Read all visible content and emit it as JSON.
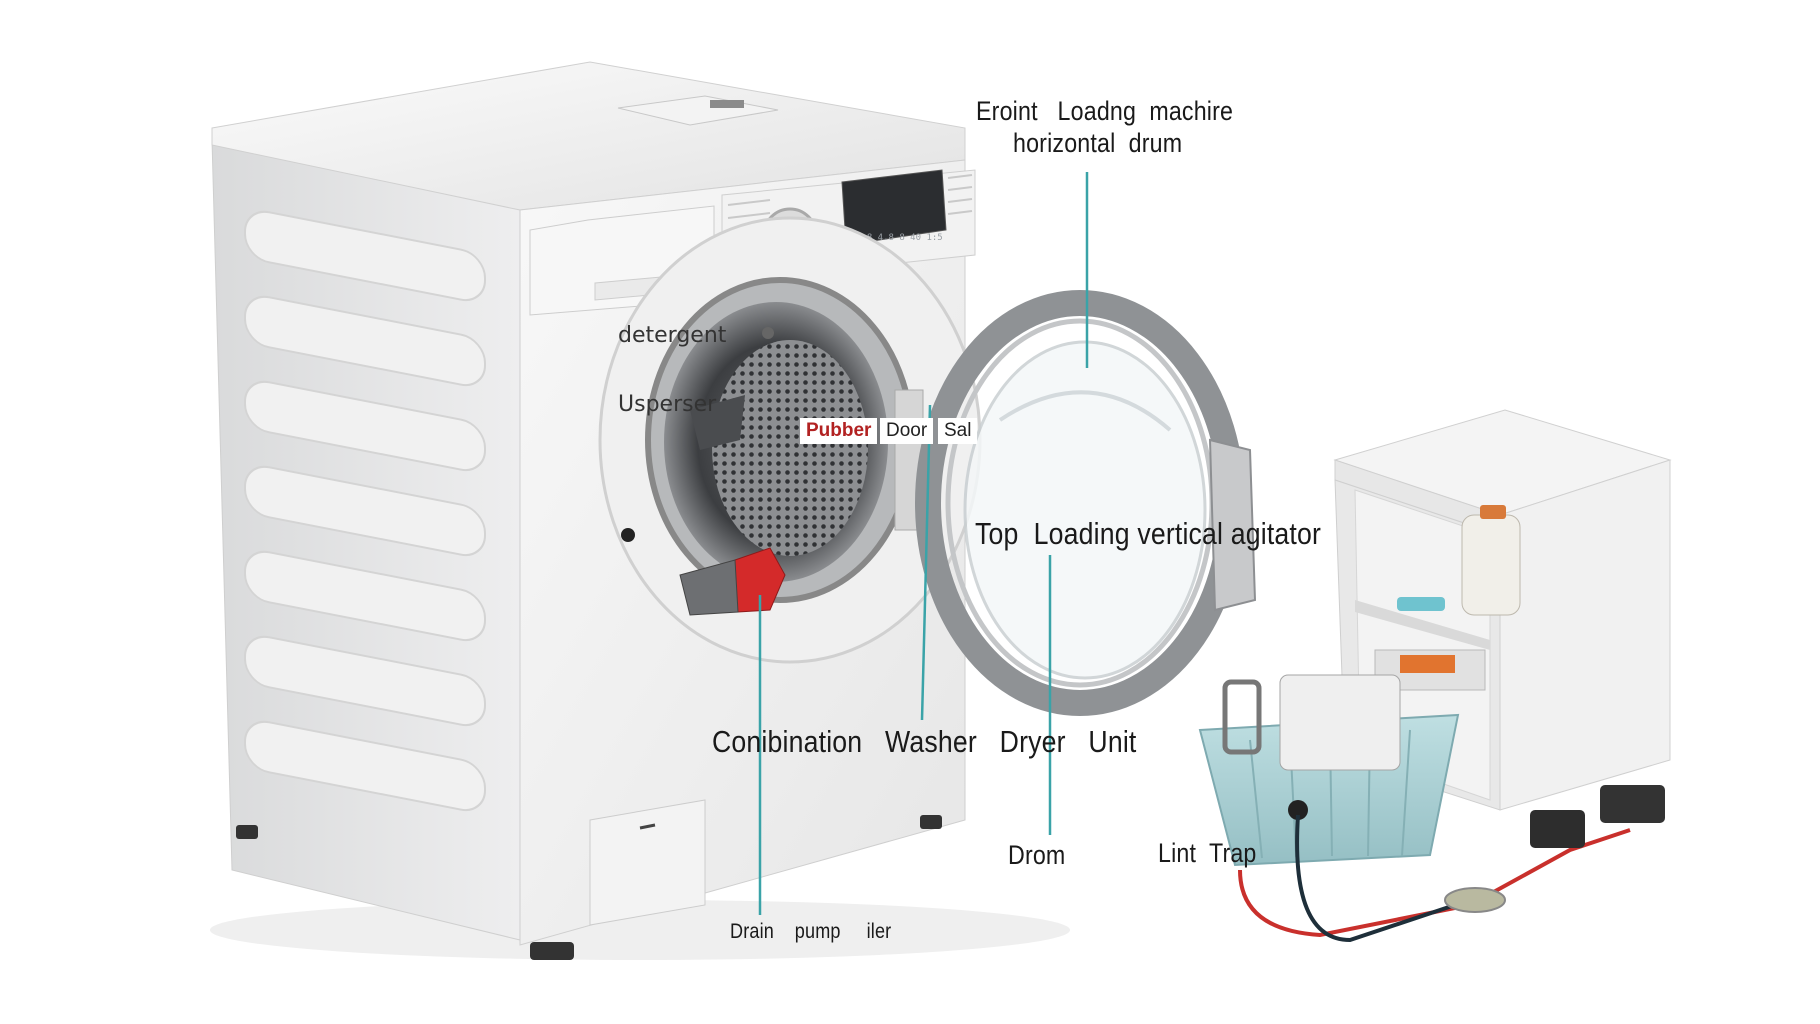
{
  "labels": {
    "front_loading_line1": "Eroint   Loadng  machire",
    "front_loading_line2": "horizontal  drum",
    "detergent_line1": "detergent",
    "detergent_line2": "Usperser",
    "seal_word1": "Pubber",
    "seal_word2": "Door",
    "seal_word3": "Sal",
    "top_loading": "Top  Loading vertical agitator",
    "combination": "Conibination   Washer   Dryer   Unit",
    "drum": "Drom",
    "lint_trap": "Lint  Trap",
    "drain_pump": "Drain    pump     iler"
  },
  "colors": {
    "leader_line": "#3aa3a8",
    "machine_body": "#eeeeee",
    "door_ring": "#8f9295",
    "basket": "#a9cdd1",
    "rubber_red": "#d42a2a"
  },
  "icons": {
    "washing_machine": "front-loading-washer",
    "door": "open-door-ring",
    "cabinet": "storage-cabinet",
    "basket": "laundry-basket",
    "bottle": "detergent-bottle",
    "plug": "power-plug"
  }
}
